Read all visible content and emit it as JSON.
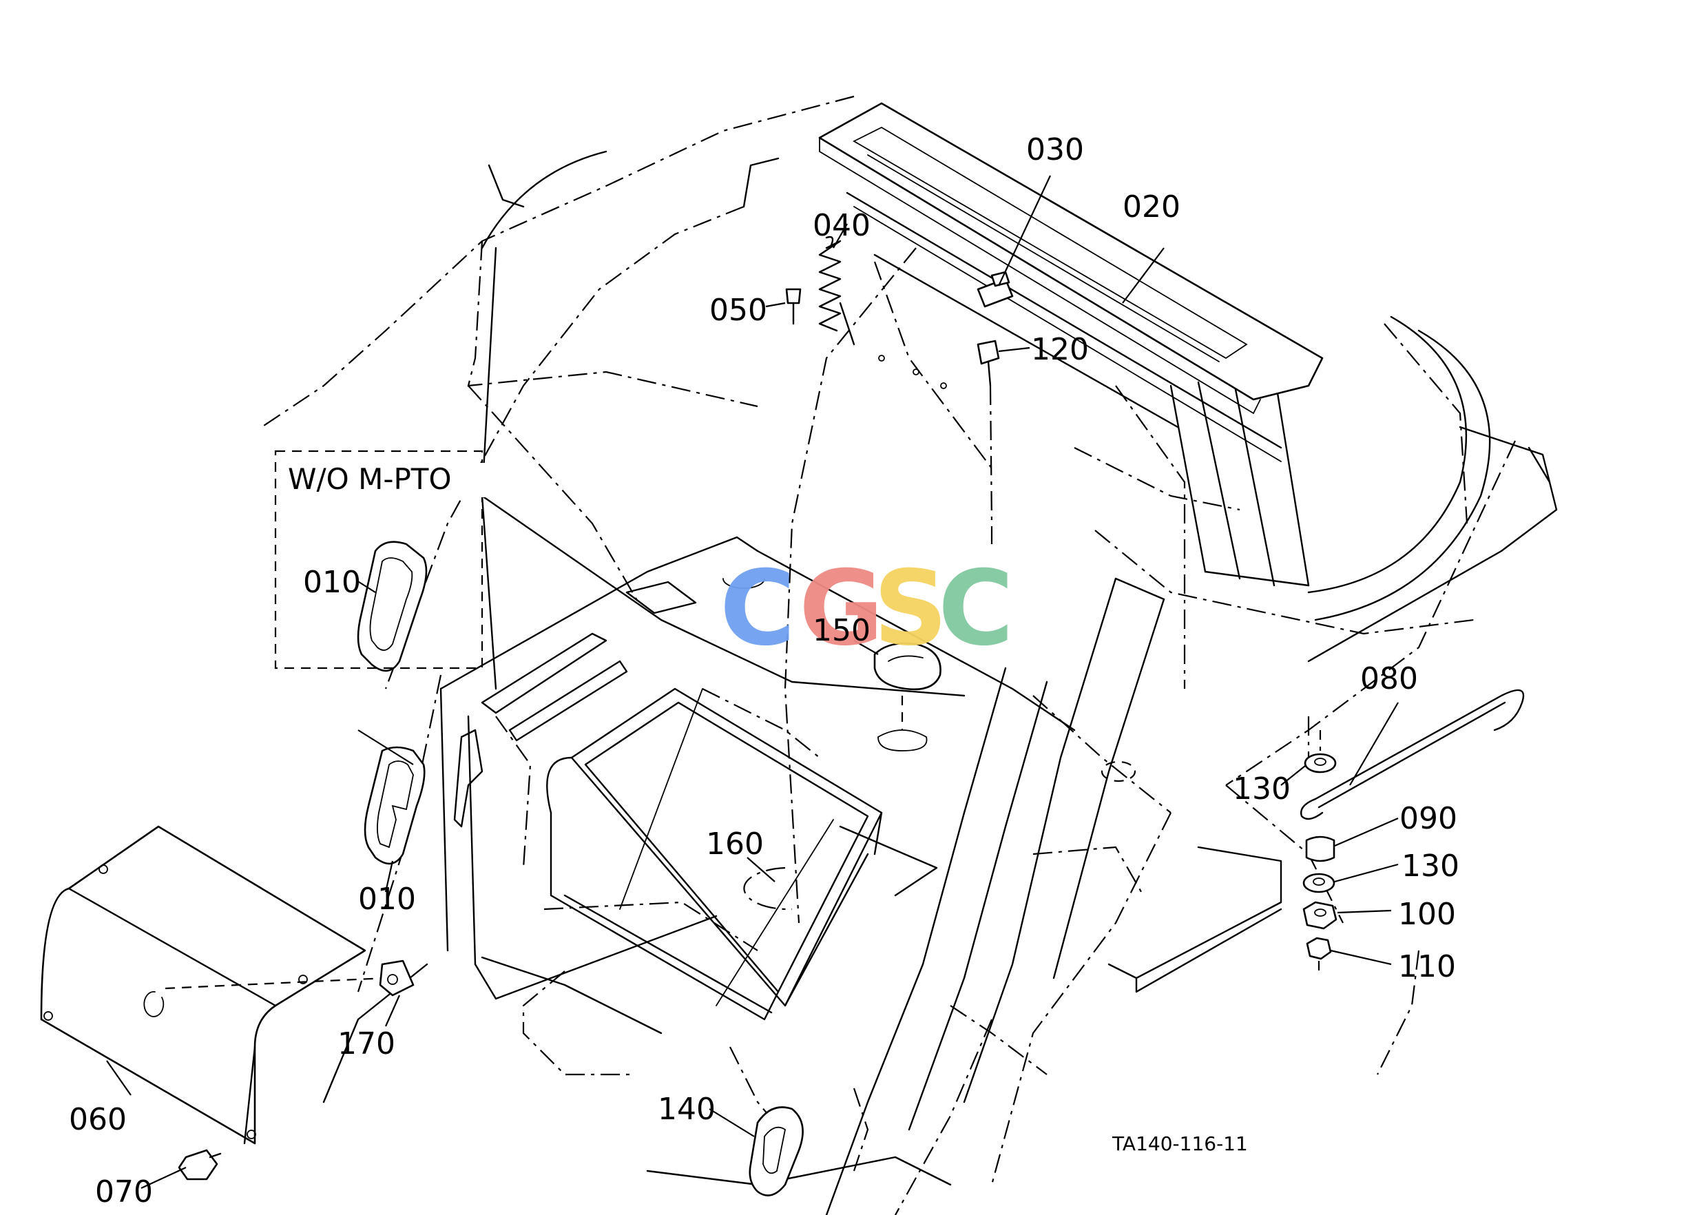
{
  "diagram": {
    "box_label": "W/O  M-PTO",
    "drawing_code": "TA140-116-11",
    "watermark": {
      "letters": [
        {
          "char": "C",
          "color": "#6fa0f0"
        },
        {
          "char": "G",
          "color": "#ef8a84"
        },
        {
          "char": "S",
          "color": "#f5d360"
        },
        {
          "char": "C",
          "color": "#80c9a0"
        }
      ]
    },
    "callouts": {
      "p010_box": "010",
      "p010": "010",
      "p020": "020",
      "p030": "030",
      "p040": "040",
      "p050": "050",
      "p060": "060",
      "p070": "070",
      "p080": "080",
      "p090": "090",
      "p100": "100",
      "p110": "110",
      "p120": "120",
      "p130_a": "130",
      "p130_b": "130",
      "p140": "140",
      "p150": "150",
      "p160": "160",
      "p170": "170"
    }
  }
}
